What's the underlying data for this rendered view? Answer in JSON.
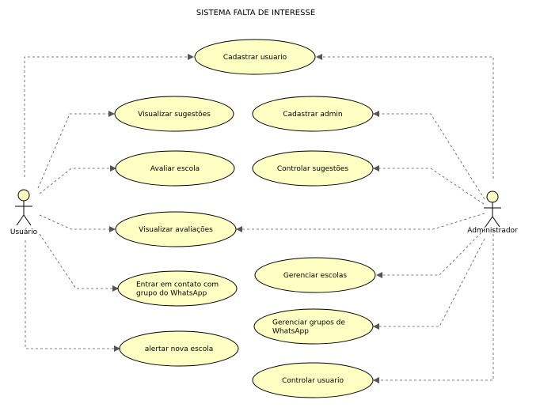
{
  "title": "SISTEMA FALTA DE INTERESSE",
  "colors": {
    "usecase_fill": "#ffffc4",
    "actor_head_fill": "#ffffc4",
    "stroke": "#000000",
    "edge": "#555555"
  },
  "actors": [
    {
      "id": "usuario",
      "label": "Usuário"
    },
    {
      "id": "administrador",
      "label": "Administrador"
    }
  ],
  "use_cases": [
    {
      "id": "cadastrar-usuario",
      "lines": [
        "Cadastrar usuario"
      ]
    },
    {
      "id": "visualizar-sugestoes",
      "lines": [
        "Visualizar sugestões"
      ]
    },
    {
      "id": "cadastrar-admin",
      "lines": [
        "Cadastrar admin"
      ]
    },
    {
      "id": "avaliar-escola",
      "lines": [
        "Avaliar escola"
      ]
    },
    {
      "id": "controlar-sugestoes",
      "lines": [
        "Controlar sugestões"
      ]
    },
    {
      "id": "visualizar-avaliacoes",
      "lines": [
        "Visualizar avaliações"
      ]
    },
    {
      "id": "entrar-contato",
      "lines": [
        "Entrar em contato com",
        "grupo do WhatsApp"
      ]
    },
    {
      "id": "gerenciar-escolas",
      "lines": [
        "Gerenciar escolas"
      ]
    },
    {
      "id": "gerenciar-grupos",
      "lines": [
        "Gerenciar grupos de",
        "WhatsApp"
      ]
    },
    {
      "id": "alertar-nova-escola",
      "lines": [
        "alertar nova escola"
      ]
    },
    {
      "id": "controlar-usuario",
      "lines": [
        "Controlar usuario"
      ]
    }
  ],
  "associations": [
    {
      "from": "usuario",
      "to": "cadastrar-usuario"
    },
    {
      "from": "usuario",
      "to": "visualizar-sugestoes"
    },
    {
      "from": "usuario",
      "to": "avaliar-escola"
    },
    {
      "from": "usuario",
      "to": "visualizar-avaliacoes"
    },
    {
      "from": "usuario",
      "to": "entrar-contato"
    },
    {
      "from": "usuario",
      "to": "alertar-nova-escola"
    },
    {
      "from": "administrador",
      "to": "cadastrar-usuario"
    },
    {
      "from": "administrador",
      "to": "cadastrar-admin"
    },
    {
      "from": "administrador",
      "to": "controlar-sugestoes"
    },
    {
      "from": "administrador",
      "to": "visualizar-avaliacoes"
    },
    {
      "from": "administrador",
      "to": "gerenciar-escolas"
    },
    {
      "from": "administrador",
      "to": "gerenciar-grupos"
    },
    {
      "from": "administrador",
      "to": "controlar-usuario"
    }
  ]
}
